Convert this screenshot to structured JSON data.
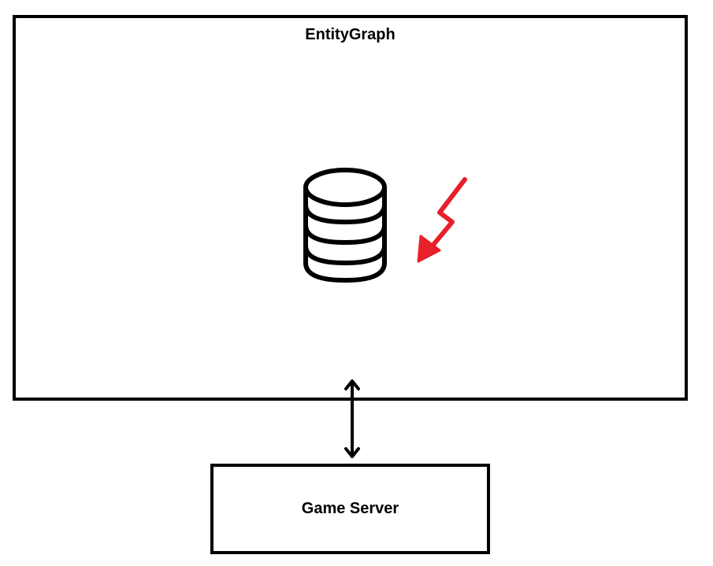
{
  "entity_graph": {
    "title": "EntityGraph",
    "icon": "database-icon"
  },
  "game_server": {
    "label": "Game Server"
  },
  "connection": {
    "type": "bidirectional-arrow"
  },
  "annotation": {
    "icon": "red-lightning-arrow-icon",
    "color": "#e8202a"
  }
}
